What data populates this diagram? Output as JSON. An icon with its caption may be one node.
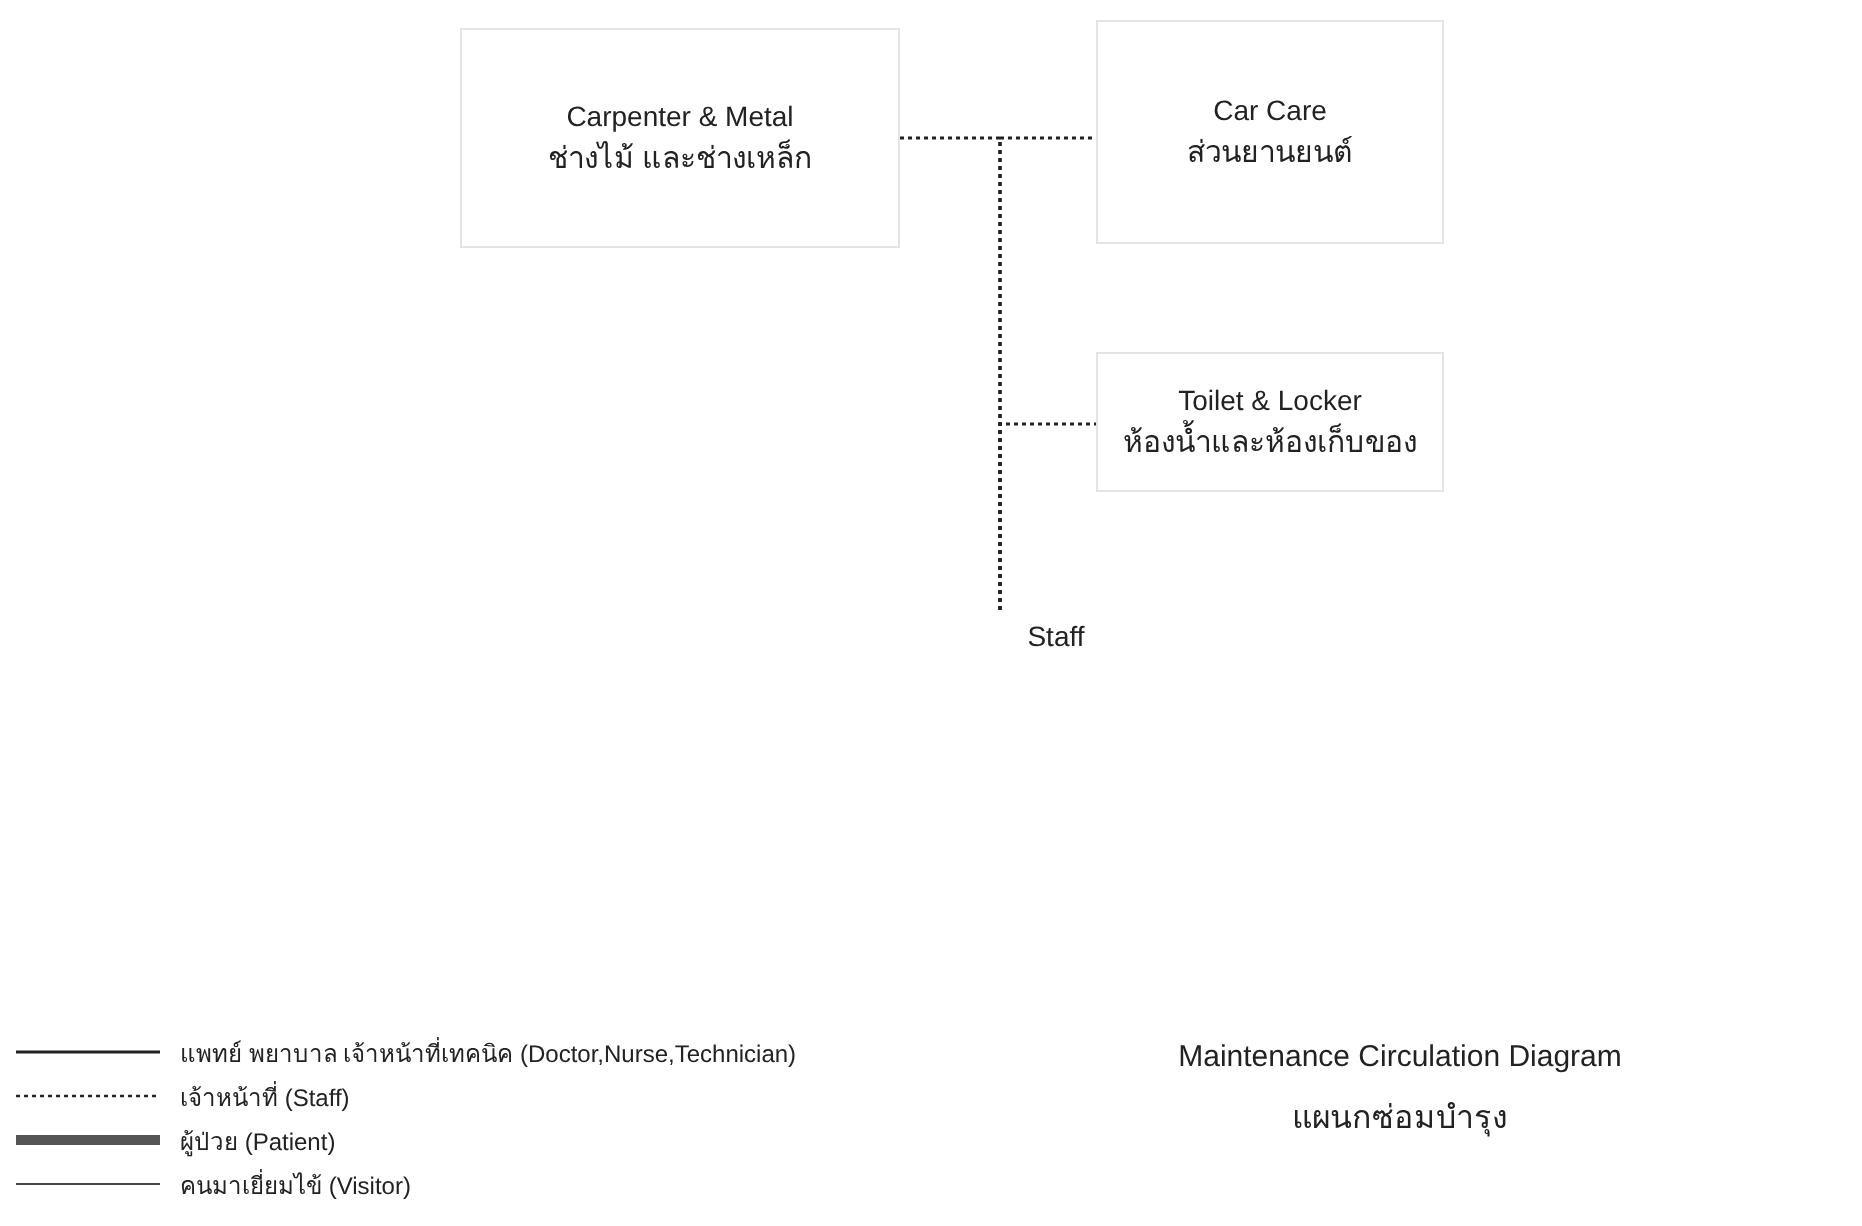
{
  "diagram": {
    "nodes": [
      {
        "text": [
          "Carpenter & Metal",
          "ช่างไม้ และช่างเหล็ก"
        ]
      },
      {
        "text": [
          "Car Care",
          "ส่วนยานยนต์"
        ]
      },
      {
        "text": [
          "Toilet & Locker",
          "ห้องน้ำและห้องเก็บของ"
        ]
      },
      {
        "text": [
          "Staff"
        ]
      }
    ],
    "edges": [
      {
        "from": 3,
        "to": 0,
        "arrow": "none",
        "style": "dashed"
      },
      {
        "from": 3,
        "to": 1,
        "arrow": "none",
        "style": "dashed"
      },
      {
        "from": 3,
        "to": 2,
        "arrow": "none",
        "style": "dashed"
      }
    ],
    "labels": [
      "Maintenance Circulation Diagram",
      "แผนกซ่อมบำรุง"
    ],
    "legend": [
      {
        "text": "แพทย์ พยาบาล เจ้าหน้าที่เทคนิค (Doctor,Nurse,Technician)"
      },
      {
        "text": "เจ้าหน้าที่ (Staff)"
      },
      {
        "text": "ผู้ป่วย (Patient)"
      },
      {
        "text": "คนมาเยี่ยมไข้ (Visitor)"
      }
    ]
  }
}
